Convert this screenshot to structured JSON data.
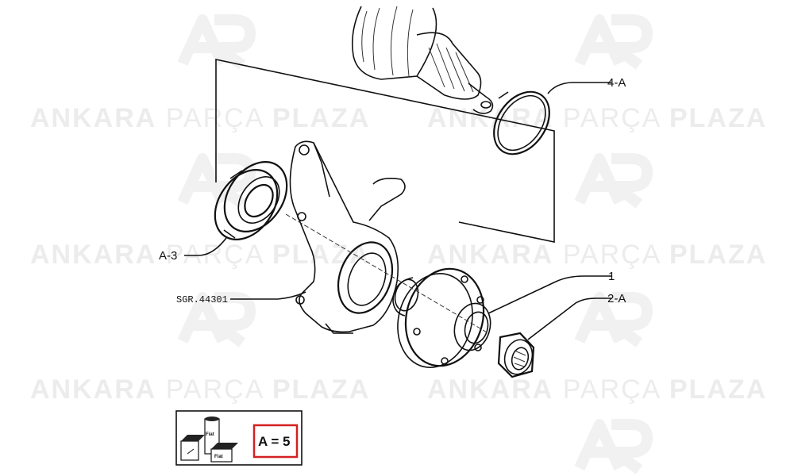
{
  "watermark": {
    "word1": "ANKARA",
    "word2": "PARÇA",
    "word3": "PLAZA"
  },
  "labels": {
    "ring": "4-A",
    "seal": "A-3",
    "knuckle": "SGR.44301",
    "hub": "1",
    "nut": "2-A"
  },
  "legend_box": {
    "value": "A = 5",
    "tube_text_1": "Fiat",
    "tube_text_2": "Fiat"
  },
  "colors": {
    "highlight_box": "#d42020",
    "watermark": "#ececec"
  }
}
